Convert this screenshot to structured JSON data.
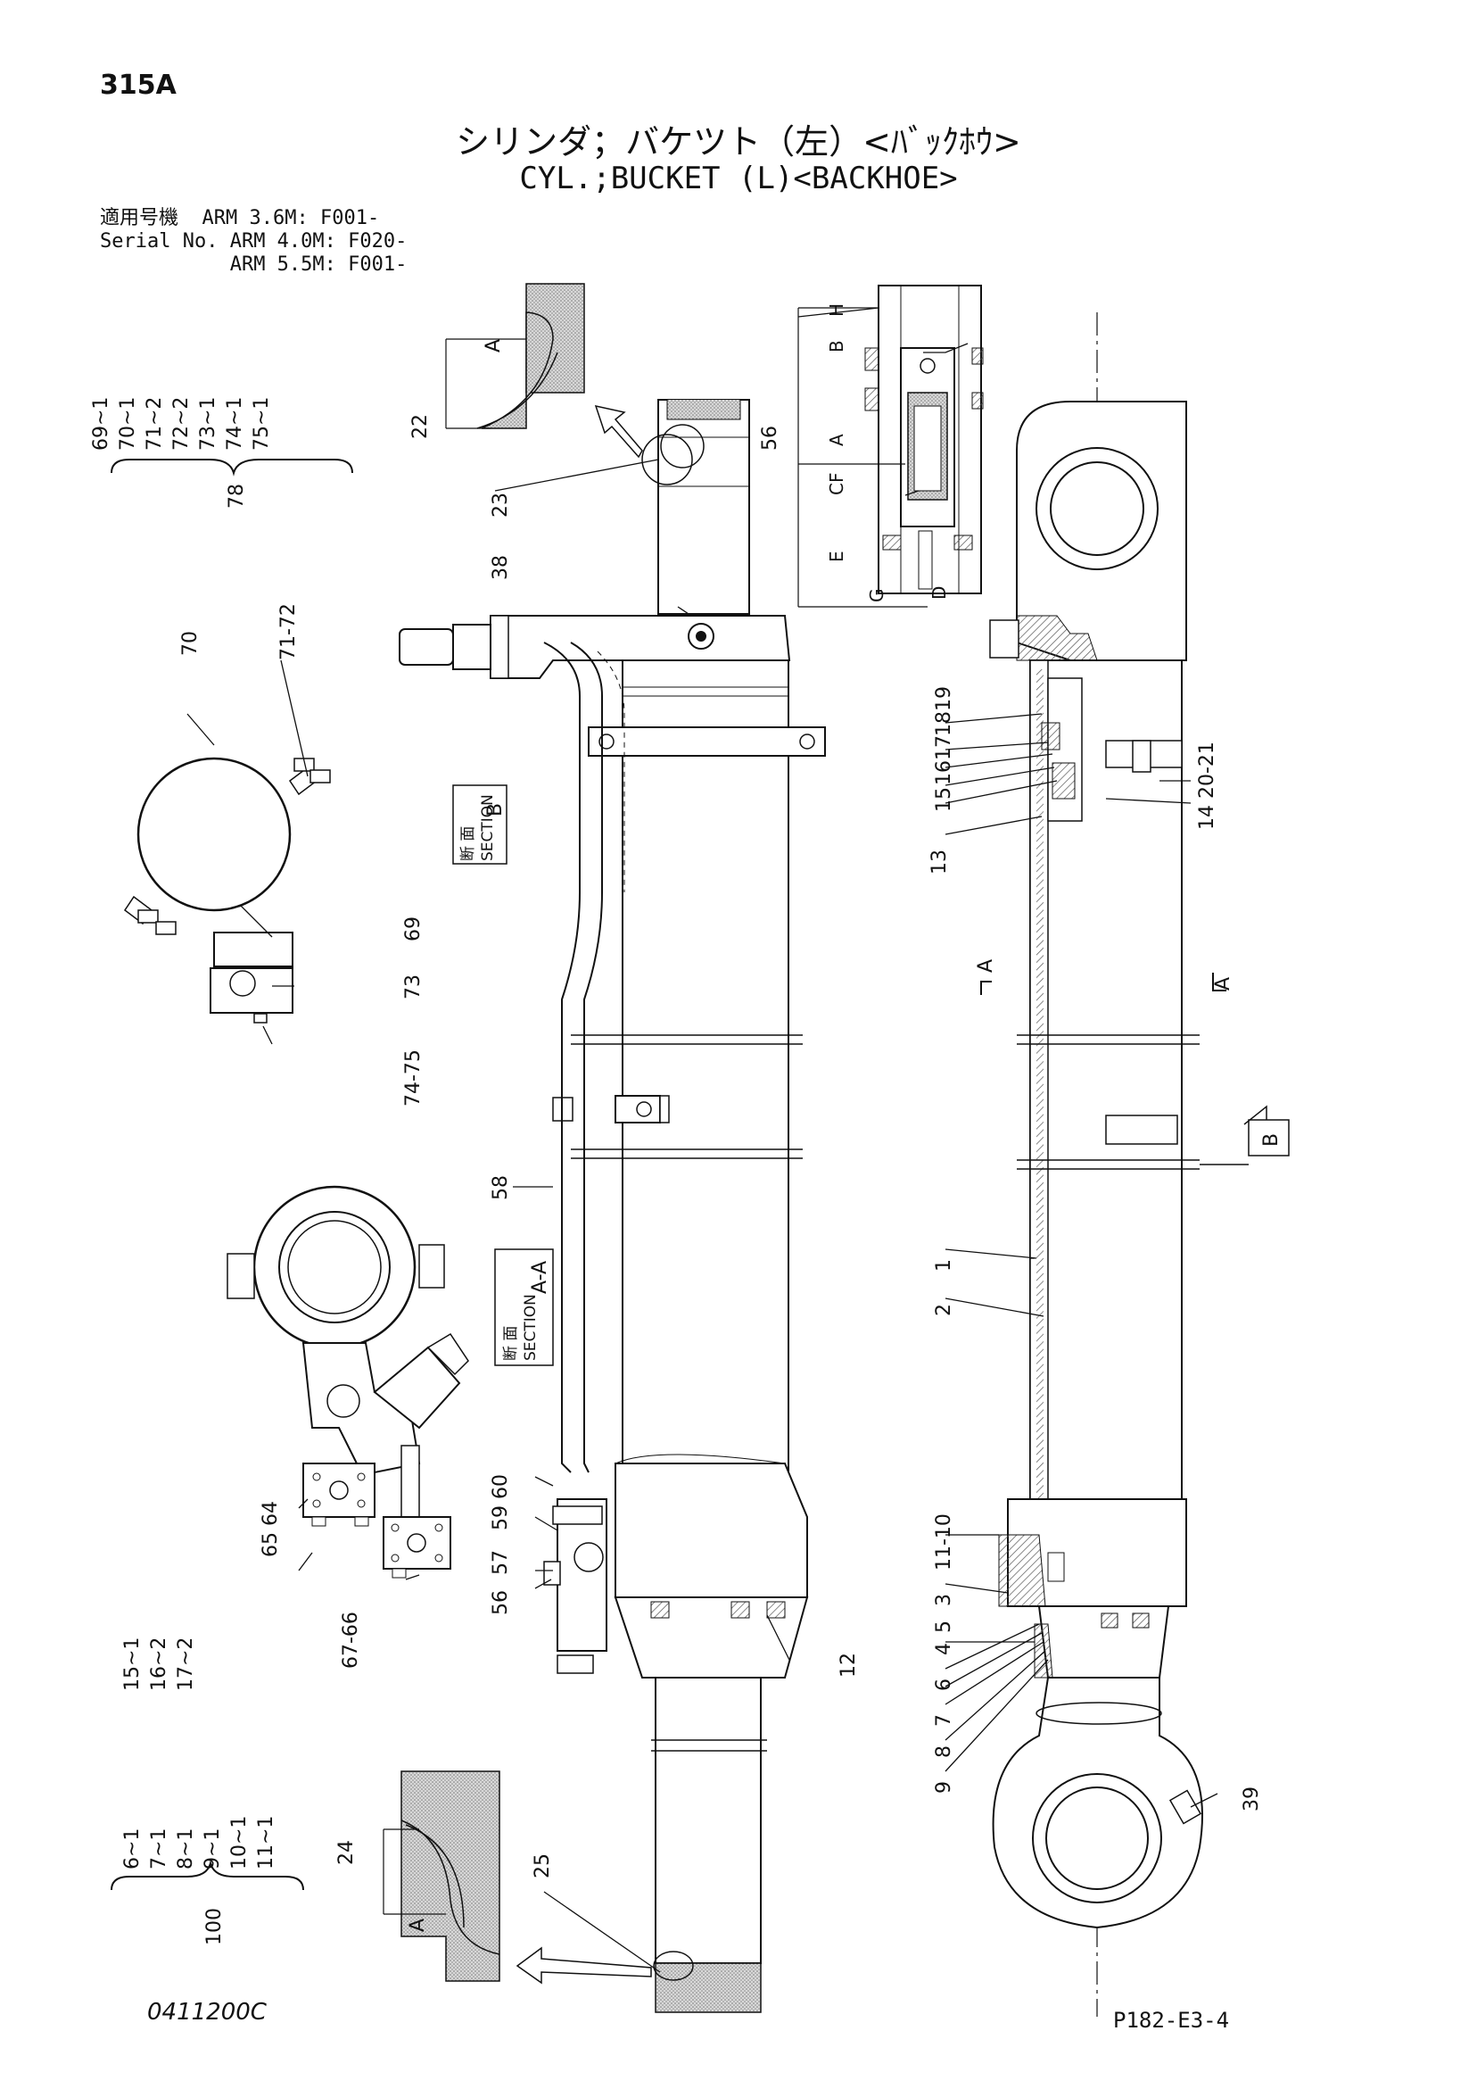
{
  "page_id": "315A",
  "title_jp": "シリンダ；バケツト（左）<ﾊﾞｯｸﾎｳ>",
  "title_en": "CYL.;BUCKET (L)<BACKHOE>",
  "serial": {
    "label_jp": "適用号機",
    "label_en": "Serial No.",
    "rows": [
      "ARM 3.6M: F001-",
      "ARM 4.0M: F020-",
      "ARM 5.5M: F001-"
    ]
  },
  "groups": {
    "g78": {
      "parent": "78",
      "items": [
        "69~1",
        "70~1",
        "71~2",
        "72~2",
        "73~1",
        "74~1",
        "75~1"
      ]
    },
    "g100": {
      "parent": "100",
      "items": [
        "6~1",
        "7~1",
        "8~1",
        "9~1",
        "10~1",
        "11~1",
        "15~1",
        "16~2",
        "17~2"
      ]
    }
  },
  "callouts": {
    "c1": "1",
    "c2": "2",
    "c3": "3",
    "c4": "4",
    "c5": "5",
    "c6": "6",
    "c7": "7",
    "c8": "8",
    "c9": "9",
    "c11_10": "11-10",
    "c12": "12",
    "c13": "13",
    "c14": "14",
    "c15": "15",
    "c16": "16",
    "c17": "17",
    "c18": "18",
    "c19": "19",
    "c20_21": "20-21",
    "c22": "22",
    "c23": "23",
    "c24": "24",
    "c25": "25",
    "c38": "38",
    "c39": "39",
    "c56a": "56",
    "c56b": "56",
    "c57": "57",
    "c58": "58",
    "c59": "59",
    "c60": "60",
    "c64": "64",
    "c65": "65",
    "c67_66": "67-66",
    "c69": "69",
    "c70": "70",
    "c71_72": "71-72",
    "c73": "73",
    "c74_75": "74-75"
  },
  "detail_letters": {
    "A": "A",
    "B": "B",
    "CF": "CF",
    "D": "D",
    "E": "E",
    "G": "G",
    "H": "H"
  },
  "section_marks": {
    "sec_b_jp": "断 面",
    "sec_b_en": "SECTION",
    "sec_b_letter": "B",
    "sec_aa_jp": "断 面",
    "sec_aa_en": "SECTION",
    "sec_aa_letter": "A-A",
    "cut_left": "A",
    "cut_right": "A",
    "view_b": "B",
    "detail_a_top": "A",
    "detail_a_bottom": "A"
  },
  "drawing_no": "0411200C",
  "sheet_ref": "P182-E3-4"
}
